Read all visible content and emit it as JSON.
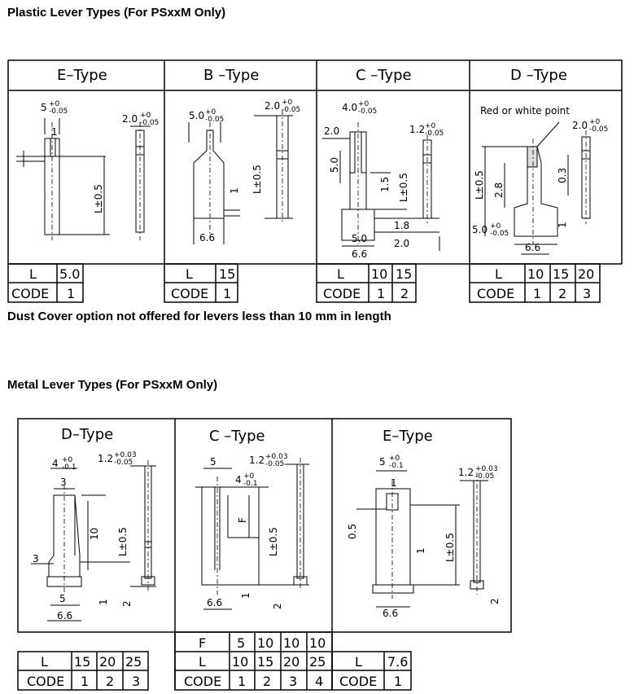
{
  "plastic": {
    "heading": "Plastic Lever Types  (For PSxxM Only)",
    "note": "Dust Cover option not offered for levers less than 10 mm in length",
    "e_type": {
      "title": "E–Type",
      "w": "5",
      "tol1": "+0",
      "tol2": "-0.05",
      "t": "2.0",
      "t_tol1": "+0",
      "t_tol2": "-0.05",
      "one": "1",
      "len": "L±0.5",
      "L": "L",
      "Lvals": [
        "5.0"
      ],
      "CODE": "CODE",
      "codes": [
        "1"
      ]
    },
    "b_type": {
      "title": "B  –Type",
      "w": "5.0",
      "tol1": "+0",
      "tol2": "-0.05",
      "t": "2.0",
      "t_tol1": "+0",
      "t_tol2": "-0.05",
      "base": "6.6",
      "one": "1",
      "len": "L±0.5",
      "L": "L",
      "Lvals": [
        "15"
      ],
      "CODE": "CODE",
      "codes": [
        "1"
      ]
    },
    "c_type": {
      "title": "C  –Type",
      "w": "4.0",
      "tol1": "+0",
      "tol2": "-0.05",
      "top": "2.0",
      "t": "1.2",
      "t_tol1": "+0",
      "t_tol2": "-0.05",
      "h1": "5.0",
      "h2": "1.5",
      "len": "L±0.5",
      "d1": "1.8",
      "d2": "2.0",
      "w2": "5.0",
      "base": "6.6",
      "L": "L",
      "Lvals": [
        "10",
        "15"
      ],
      "CODE": "CODE",
      "codes": [
        "1",
        "2"
      ]
    },
    "d_type": {
      "title": "D  –Type",
      "note": "Red or white point",
      "t": "2.0",
      "t_tol1": "+0",
      "t_tol2": "-0.05",
      "len": "L±0.5",
      "h1": "2.8",
      "h2": "0.3",
      "one": "1",
      "w": "5.0",
      "tol1": "+0",
      "tol2": "-0.05",
      "base": "6.6",
      "L": "L",
      "Lvals": [
        "10",
        "15",
        "20"
      ],
      "CODE": "CODE",
      "codes": [
        "1",
        "2",
        "3"
      ]
    }
  },
  "metal": {
    "heading": "Metal Lever Types  (For PSxxM Only)",
    "d_type": {
      "title": "D–Type",
      "w": "4",
      "tol1": "+0",
      "tol2": "-0.1",
      "t": "1.2",
      "t_tol1": "+0.03",
      "t_tol2": "-0.05",
      "three_a": "3",
      "ten": "10",
      "len": "L±0.5",
      "three_b": "3",
      "five": "5",
      "base": "6.6",
      "one": "1",
      "two": "2",
      "L": "L",
      "Lvals": [
        "15",
        "20",
        "25"
      ],
      "CODE": "CODE",
      "codes": [
        "1",
        "2",
        "3"
      ]
    },
    "c_type": {
      "title": "C  –Type",
      "five": "5",
      "t": "1.2",
      "t_tol1": "+0.03",
      "t_tol2": "-0.05",
      "w": "4",
      "tol1": "+0",
      "tol2": "-0.1",
      "F": "F",
      "len": "L±0.5",
      "base": "6.6",
      "one": "1",
      "two": "2",
      "Frow": "F",
      "Fvals": [
        "5",
        "10",
        "10",
        "10"
      ],
      "L": "L",
      "Lvals": [
        "10",
        "15",
        "20",
        "25"
      ],
      "CODE": "CODE",
      "codes": [
        "1",
        "2",
        "3",
        "4"
      ]
    },
    "e_type": {
      "title": "E–Type",
      "w": "5",
      "tol1": "+0",
      "tol2": "-0.1",
      "t": "1.2",
      "t_tol1": "+0.03",
      "t_tol2": "-0.05",
      "one_a": "1",
      "half": "0.5",
      "one_b": "1",
      "len": "L±0.5",
      "base": "6.6",
      "two": "2",
      "L": "L",
      "Lvals": [
        "7.6"
      ],
      "CODE": "CODE",
      "codes": [
        "1"
      ]
    }
  }
}
